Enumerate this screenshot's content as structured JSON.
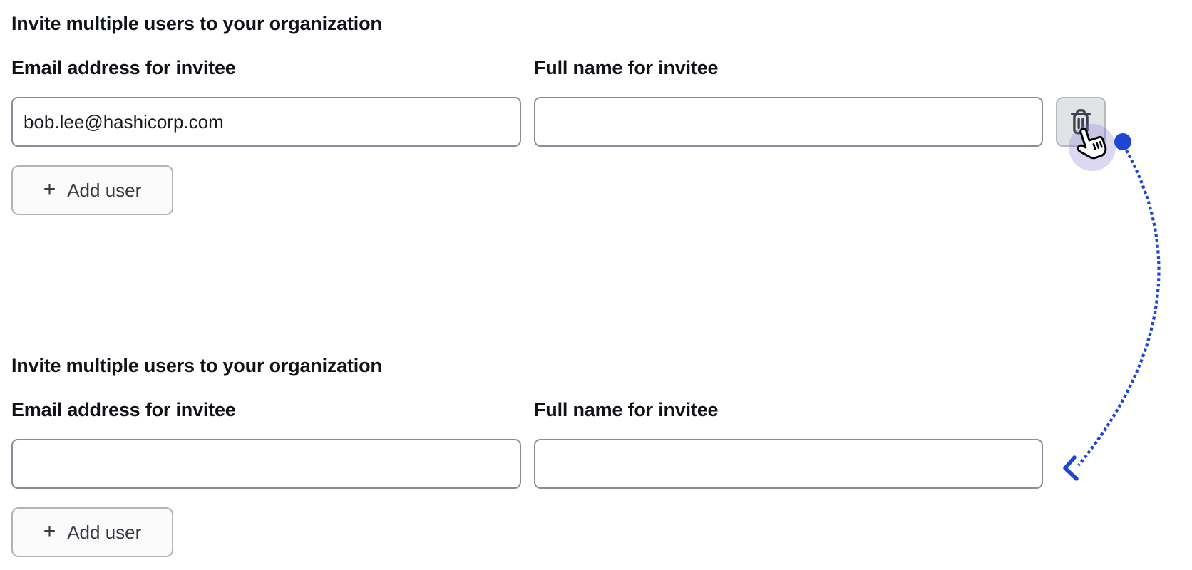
{
  "page": {
    "background": "#ffffff"
  },
  "colors": {
    "annotation_blue": "#1d46d3",
    "click_highlight": "rgba(124,116,216,0.28)",
    "input_border": "#888e98",
    "trash_button_bg": "#e2e3e6",
    "icon_dark": "#3d424a"
  },
  "sections": [
    {
      "heading": "Invite multiple users to your organization",
      "fields": [
        {
          "label": "Email address for invitee",
          "value": "bob.lee@hashicorp.com"
        },
        {
          "label": "Full name for invitee",
          "value": ""
        }
      ],
      "add_user_button": {
        "icon": "+",
        "label": "Add user"
      }
    },
    {
      "heading": "Invite multiple users to your organization",
      "fields": [
        {
          "label": "Email address for invitee",
          "value": ""
        },
        {
          "label": "Full name for invitee",
          "value": ""
        }
      ],
      "add_user_button": {
        "icon": "+",
        "label": "Add user"
      }
    }
  ],
  "annotation": {
    "description": "dotted arrow from delete button click to second form state"
  }
}
